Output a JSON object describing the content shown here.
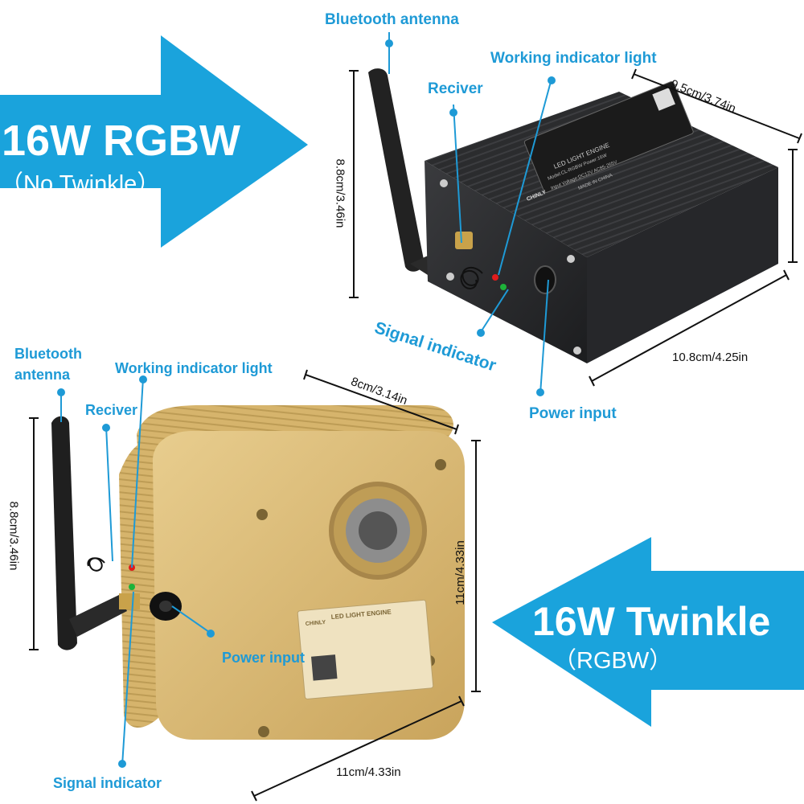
{
  "colors": {
    "accent_blue": "#1aa3dc",
    "label_blue": "#1e9ad6",
    "gold": "#d7b66e",
    "black_body": "#2a2b2d"
  },
  "top_product": {
    "title": "16W RGBW",
    "subtitle": "（No Twinkle）",
    "labels": {
      "antenna": "Bluetooth antenna",
      "receiver": "Reciver",
      "working_light": "Working indicator light",
      "signal": "Signal indicator",
      "power": "Power input"
    },
    "dims": {
      "height": "8.8cm/3.46in",
      "depth": "9.5cm/3.74in",
      "width": "10.8cm/4.25in"
    },
    "panel": {
      "line1": "LED LIGHT ENGINE",
      "line2": "Model:CL-RGBW  Power:16W",
      "line3": "Input Voltage:DC12V  AC85-265V",
      "line4": "MADE IN CHINA",
      "brand": "CHINLY"
    }
  },
  "bottom_product": {
    "title": "16W Twinkle",
    "subtitle": "（RGBW）",
    "labels": {
      "antenna_line1": "Bluetooth",
      "antenna_line2": "antenna",
      "receiver": "Reciver",
      "working_light": "Working indicator light",
      "power": "Power input",
      "signal": "Signal indicator"
    },
    "dims": {
      "depth": "8cm/3.14in",
      "height_left": "8.8cm/3.46in",
      "height_right": "11cm/4.33in",
      "width": "11cm/4.33in"
    },
    "panel": {
      "line1": "LED LIGHT ENGINE",
      "brand": "CHINLY"
    }
  }
}
